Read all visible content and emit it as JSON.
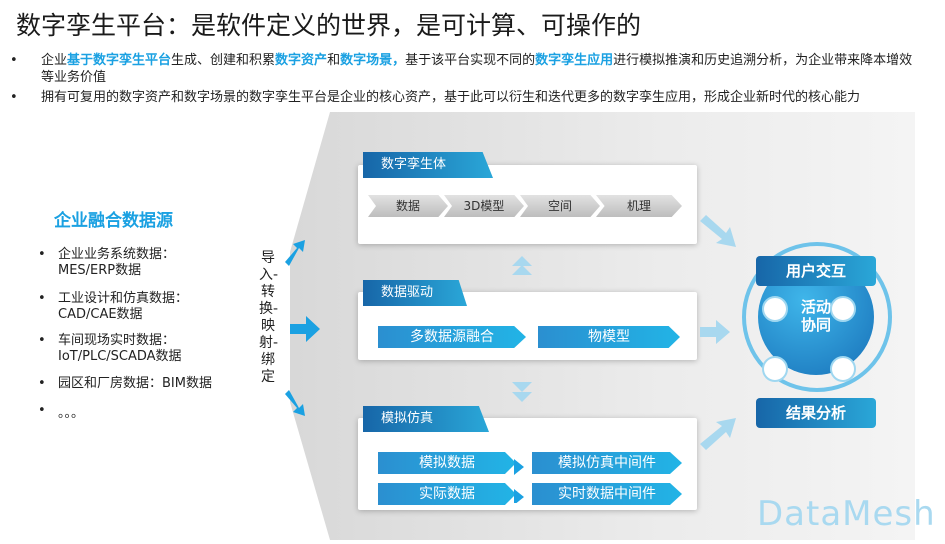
{
  "title": "数字孪生平台：是软件定义的世界，是可计算、可操作的",
  "bullets": [
    {
      "dot": "•",
      "parts": [
        "企业",
        "基于数字孪生平台",
        "生成、创建和积累",
        "数字资产",
        "和",
        "数字场景，",
        "基于该平台实现不同的",
        "数字孪生应用",
        "进行模拟推演和历史追溯分析，为企业带来降本增效等业务价值"
      ]
    },
    {
      "dot": "•",
      "text": "拥有可复用的数字资产和数字场景的数字孪生平台是企业的核心资产，基于此可以衍生和迭代更多的数字孪生应用，形成企业新时代的核心能力"
    }
  ],
  "source": {
    "title": "企业融合数据源",
    "items": [
      {
        "dot": "•",
        "line1": "企业业务系统数据：",
        "line2": "MES/ERP数据"
      },
      {
        "dot": "•",
        "line1": "工业设计和仿真数据：",
        "line2": "CAD/CAE数据"
      },
      {
        "dot": "•",
        "line1": "车间现场实时数据：",
        "line2": "IoT/PLC/SCADA数据"
      },
      {
        "dot": "•",
        "line1": "园区和厂房数据：BIM数据",
        "line2": ""
      },
      {
        "dot": "•",
        "line1": "。。。",
        "line2": ""
      }
    ]
  },
  "vertical_label": "导入-转换-映射-绑定",
  "panels": {
    "twin": {
      "tab": "数字孪生体",
      "chevrons": [
        "数据",
        "3D模型",
        "空间",
        "机理"
      ]
    },
    "driver": {
      "tab": "数据驱动",
      "boxes": [
        "多数据源融合",
        "物模型"
      ]
    },
    "sim": {
      "tab": "模拟仿真",
      "rows": [
        [
          "模拟数据",
          "模拟仿真中间件"
        ],
        [
          "实际数据",
          "实时数据中间件"
        ]
      ]
    }
  },
  "circle": {
    "top_label": "用户交互",
    "center": "活动\n协同",
    "center_l1": "活动",
    "center_l2": "协同",
    "bottom_label": "结果分析"
  },
  "brand": "DataMesh",
  "colors": {
    "accent": "#1ba1e2",
    "dark_blue": "#1766a8",
    "light_blue": "#6ec3ea"
  }
}
